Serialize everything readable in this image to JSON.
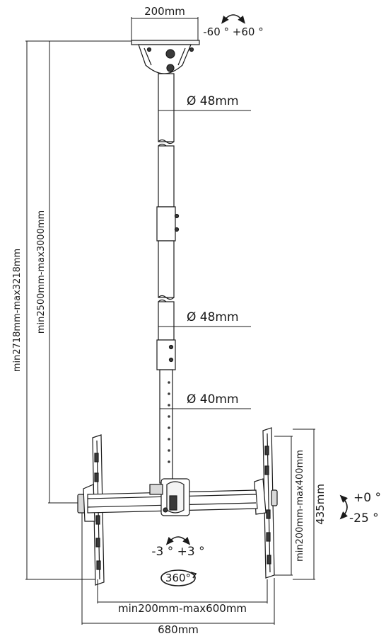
{
  "labels": {
    "top_plate_width": "200mm",
    "swivel_range": "-60 ° +60 °",
    "pole1_diameter": "Ø 48mm",
    "pole2_diameter": "Ø 48mm",
    "pole3_diameter": "Ø 40mm",
    "total_height": "min2718mm-max3218mm",
    "pole_length": "min2500mm-max3000mm",
    "bracket_height": "435mm",
    "vesa_vertical": "min200mm-max400mm",
    "tilt_top": "+0 °",
    "tilt_bottom": "-25 °",
    "rotation_small": "-3 ° +3 °",
    "rotation_full": "360°",
    "vesa_horizontal": "min200mm-max600mm",
    "total_width": "680mm"
  },
  "colors": {
    "line": "#1a1a1a",
    "fill_light": "#f4f4f4",
    "fill_mid": "#d9d9d9",
    "fill_dark": "#3a3a3a"
  }
}
